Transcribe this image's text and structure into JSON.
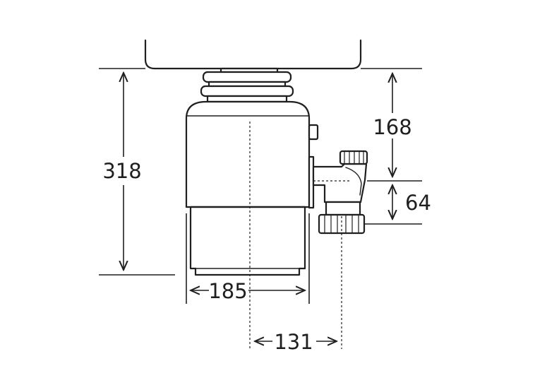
{
  "dimensions": {
    "height_total": "318",
    "inlet_to_outlet": "168",
    "outlet_drop": "64",
    "body_width": "185",
    "outlet_offset": "131"
  },
  "colors": {
    "stroke": "#1f1f1f",
    "body_fill": "#ffffff"
  }
}
